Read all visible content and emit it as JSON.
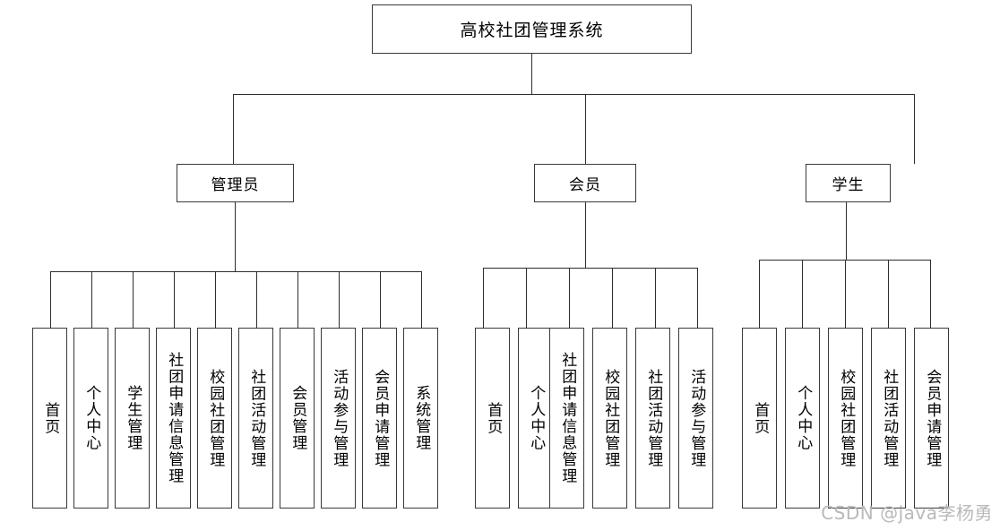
{
  "diagram": {
    "type": "organization-tree",
    "title": "高校社团管理系统",
    "root": {
      "label": "高校社团管理系统"
    },
    "roles": [
      {
        "label": "管理员"
      },
      {
        "label": "会员"
      },
      {
        "label": "学生"
      }
    ],
    "branches": [
      {
        "role": "管理员",
        "items": [
          {
            "label": "首页"
          },
          {
            "label": "个人中心"
          },
          {
            "label": "学生管理"
          },
          {
            "label": "社团申请信息管理"
          },
          {
            "label": "校园社团管理"
          },
          {
            "label": "社团活动管理"
          },
          {
            "label": "会员管理"
          },
          {
            "label": "活动参与管理"
          },
          {
            "label": "会员申请管理"
          },
          {
            "label": "系统管理"
          }
        ]
      },
      {
        "role": "会员",
        "items": [
          {
            "label": "首页"
          },
          {
            "label": "个人中心"
          },
          {
            "label": "社团申请信息管理"
          },
          {
            "label": "校园社团管理"
          },
          {
            "label": "社团活动管理"
          },
          {
            "label": "活动参与管理"
          }
        ]
      },
      {
        "role": "学生",
        "items": [
          {
            "label": "首页"
          },
          {
            "label": "个人中心"
          },
          {
            "label": "校园社团管理"
          },
          {
            "label": "社团活动管理"
          },
          {
            "label": "会员申请管理"
          }
        ]
      }
    ]
  },
  "watermark": {
    "text": "CSDN @java李杨勇"
  },
  "colors": {
    "border": "#3a3a3a",
    "connector": "#2d2d2d",
    "background": "#ffffff",
    "text": "#000000",
    "watermark": "#b9b9b9"
  }
}
